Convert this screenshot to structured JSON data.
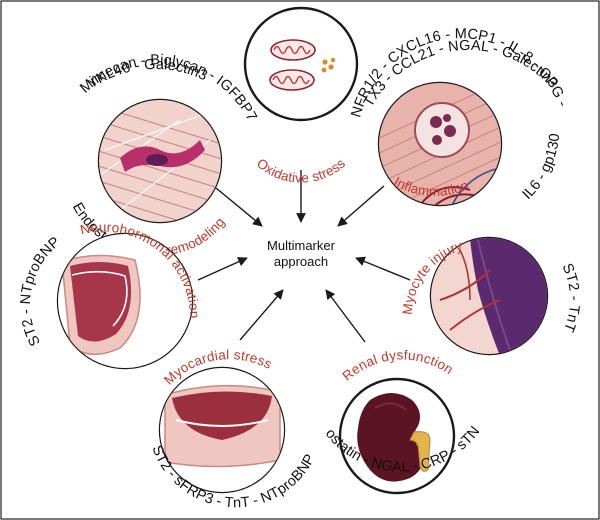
{
  "center": {
    "line1": "Multimarker",
    "line2": "approach"
  },
  "categories": {
    "oxidative": {
      "label": "Oxidative stress"
    },
    "matrix": {
      "label": "Matrix remodeling",
      "markers_line1": "YKL40 - Galectin3",
      "markers_line2": "Mimecan - Biglycan - IGFBP7",
      "markers_line3": "Endostatin"
    },
    "inflammation": {
      "label": "Inflammation",
      "markers_line1": "PTX3 - CCL21 - NGAL - Galectin3",
      "markers_line2": "sTNFR1/2 - CXCL16 - MCP1 - IL-8 - OPG - CRP",
      "markers_line3": "IL6 - gp130"
    },
    "neurohormonal": {
      "label": "Neurohormonal activation",
      "markers": "ST2 - NTproBNP"
    },
    "myocyte": {
      "label": "Myocyte injury",
      "markers": "ST2 - TnT"
    },
    "myocardial": {
      "label": "Myocardial stress",
      "markers": "ST2 - sFRP3 - TnT - NTproBNP"
    },
    "renal": {
      "label": "Renal dysfunction",
      "markers": "Endostatin - NGAL - CRP - sTNFR2"
    }
  },
  "colors": {
    "label_red": "#c0392b",
    "tissue_pink": "#efc8c2",
    "tissue_deep": "#9c2f3e",
    "cell_magenta": "#b8306a",
    "myocyte_purple": "#5b2a6e",
    "kidney_maroon": "#5a1424",
    "kidney_yellow": "#e3b44c"
  },
  "icons": [
    "mitochondria-icon",
    "fibroblast-tissue-icon",
    "macrophage-tissue-icon",
    "ventricle-icon",
    "myocyte-icon",
    "heart-chamber-icon",
    "kidney-icon"
  ]
}
